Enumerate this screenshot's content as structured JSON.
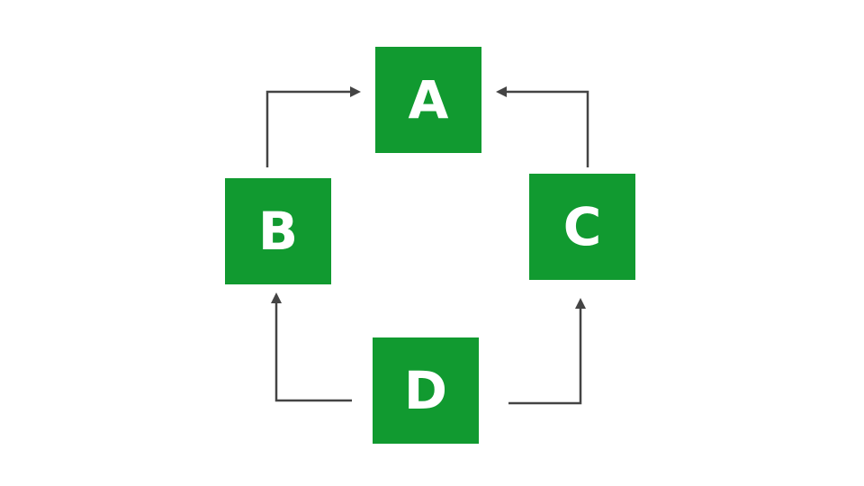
{
  "diagram": {
    "nodes": [
      {
        "id": "a",
        "label": "A"
      },
      {
        "id": "b",
        "label": "B"
      },
      {
        "id": "c",
        "label": "C"
      },
      {
        "id": "d",
        "label": "D"
      }
    ],
    "edges": [
      {
        "from": "b",
        "to": "a"
      },
      {
        "from": "c",
        "to": "a"
      },
      {
        "from": "d",
        "to": "b"
      },
      {
        "from": "d",
        "to": "c"
      }
    ],
    "colors": {
      "node_fill": "#119a30",
      "node_text": "#ffffff",
      "edge": "#444444",
      "background": "#ffffff"
    }
  }
}
